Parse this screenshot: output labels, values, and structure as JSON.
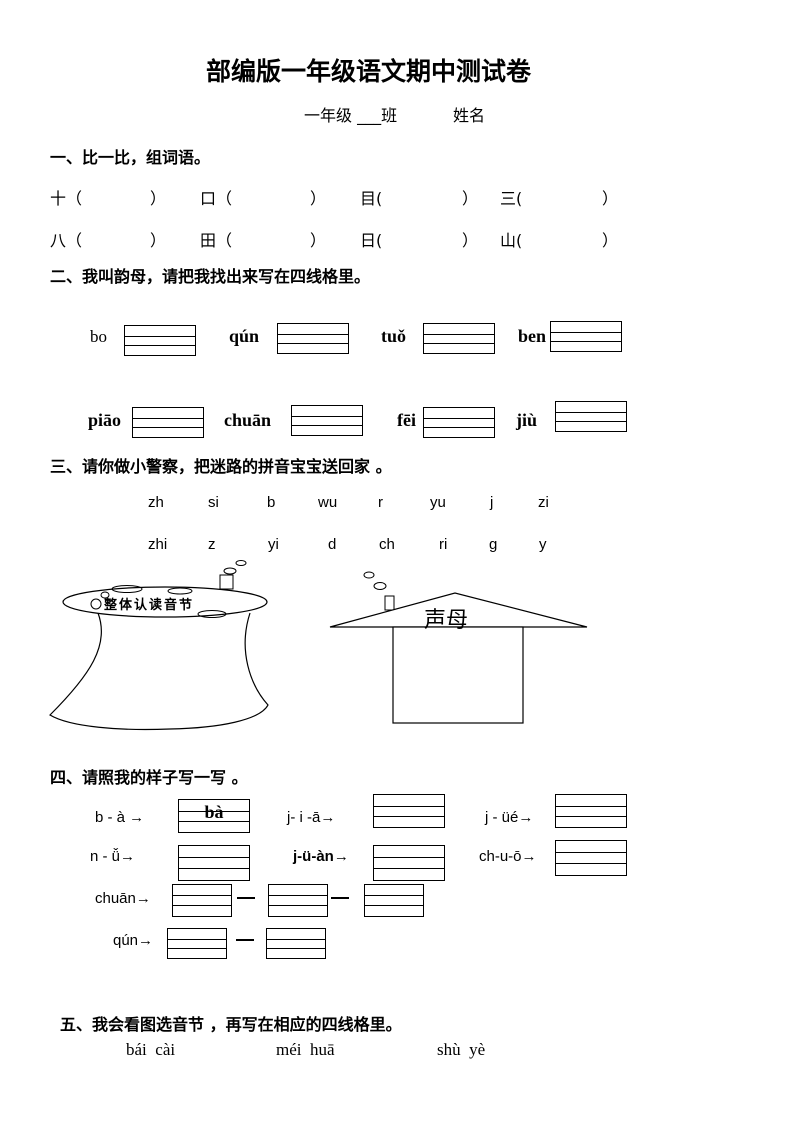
{
  "header": {
    "title": "部编版一年级语文期中测试卷",
    "class_line": "一年级 ___班",
    "name_label": "姓名"
  },
  "section1": {
    "heading": "一、比一比，组词语。",
    "row1": [
      "十（",
      "）",
      "口（",
      "）",
      "目(",
      "）",
      "三(",
      "）"
    ],
    "row2": [
      "八（",
      "）",
      "田（",
      "）",
      "日(",
      "）",
      "山(",
      "）"
    ]
  },
  "section2": {
    "heading": "二、我叫韵母，请把我找出来写在四线格里。",
    "row1": [
      "bo",
      "qún",
      "tuǒ",
      "ben"
    ],
    "row2": [
      "piāo",
      "chuān",
      "fēi",
      "jiù"
    ]
  },
  "section3": {
    "heading": "三、请你做小警察，把迷路的拼音宝宝送回家 。",
    "row1": [
      "zh",
      "si",
      "b",
      "wu",
      "r",
      "yu",
      "j",
      "zi"
    ],
    "row2": [
      "zhi",
      "z",
      "yi",
      "d",
      "ch",
      "ri",
      "g",
      "y"
    ],
    "pot_label": "整体认读音节",
    "house_label": "声母"
  },
  "section4": {
    "heading": "四、请照我的样子写一写 。",
    "row1": [
      "b - à →",
      "j- i -ā→",
      "j - üé→"
    ],
    "example": "bà",
    "row2": [
      "n - ǚ→",
      "j-ü-àn→",
      "ch-u-ō→"
    ],
    "row3": "chuān→",
    "row4": "qún→"
  },
  "section5": {
    "heading": "五、我会看图选音节 ，再写在相应的四线格里。",
    "pairs": [
      "bái  cài",
      "méi  huā",
      "shù  yè"
    ]
  }
}
